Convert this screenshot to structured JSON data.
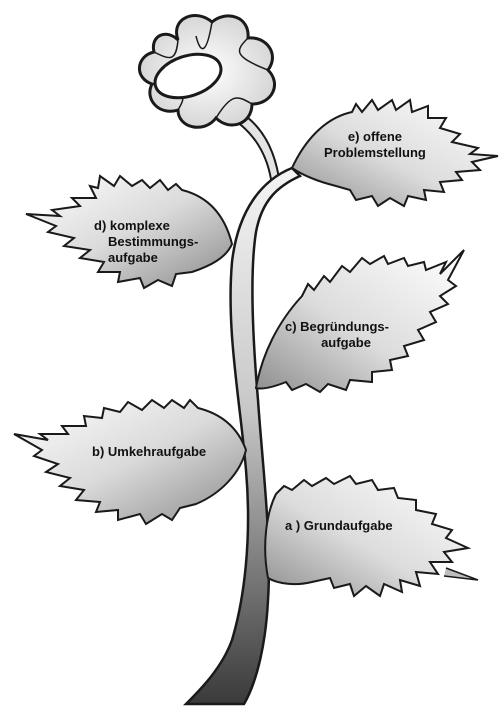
{
  "leaves": {
    "e": {
      "lines": [
        "e) offene",
        "Problemstellung"
      ]
    },
    "d": {
      "lines": [
        "d) komplexe",
        "Bestimmungs-",
        "aufgabe"
      ]
    },
    "c": {
      "lines": [
        "c) Begründungs-",
        "aufgabe"
      ]
    },
    "b": {
      "lines": [
        "b) Umkehraufgabe"
      ]
    },
    "a": {
      "lines": [
        "a ) Grundaufgabe"
      ]
    }
  },
  "colors": {
    "outline": "#1a1a1a",
    "leaf_dark": "#8c8c8c",
    "leaf_light": "#ffffff",
    "stem_top": "#f2f2f2",
    "stem_bottom": "#3c3c3c",
    "petal": "#e6e6e6"
  },
  "icons": {
    "flower": "flower-icon",
    "stem": "stem-icon"
  }
}
